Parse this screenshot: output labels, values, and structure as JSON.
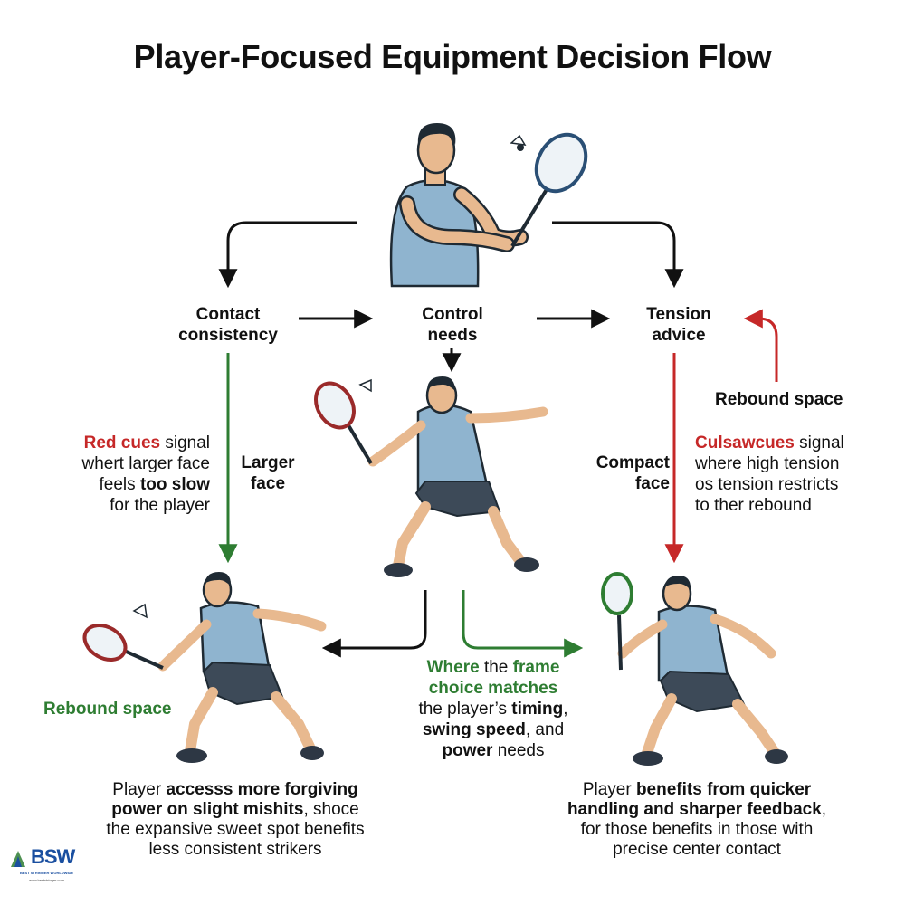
{
  "title": "Player-Focused Equipment Decision Flow",
  "nodes": {
    "contact": [
      "Contact",
      "consistency"
    ],
    "control": [
      "Control",
      "needs"
    ],
    "tension": [
      "Tension",
      "advice"
    ]
  },
  "edge_labels": {
    "larger_face": [
      "Larger",
      "face"
    ],
    "compact_face": [
      "Compact",
      "face"
    ],
    "rebound_space_right": "Rebound space",
    "rebound_space_left": "Rebound space"
  },
  "left_note": {
    "l1a": "Red cues",
    "l1b": " signal",
    "l2": "whert larger face",
    "l3a": "feels ",
    "l3b": "too slow",
    "l4": "for the player"
  },
  "right_note": {
    "l1a": "Culsawcues",
    "l1b": " signal",
    "l2": " where high tension",
    "l3": "os tension restricts",
    "l4": "to ther rebound"
  },
  "center_note": {
    "l1a": "Where",
    "l1b": " the ",
    "l1c": "frame",
    "l2": "choice matches",
    "l3a": "the player’s ",
    "l3b": "timing",
    "l3c": ",",
    "l4a": "swing speed",
    "l4b": ", and",
    "l5a": "power",
    "l5b": " needs"
  },
  "left_outcome": {
    "l1a": "Player ",
    "l1b": "accesss more forgiving",
    "l2a": "power on slight mishits",
    "l2b": ", shoce",
    "l3": "the expansive sweet spot benefits",
    "l4": "less consistent strikers"
  },
  "right_outcome": {
    "l1a": "Player ",
    "l1b": "benefits from quicker",
    "l2a": "handling and sharper feedback",
    "l2b": ",",
    "l3": "for those benefits in those with",
    "l4": "precise center contact"
  },
  "logo": {
    "name": "BSW",
    "tagline": "BEST STRINGER WORLDWIDE",
    "url": "www.beststringer.com"
  },
  "colors": {
    "red": "#c62828",
    "green": "#2e7d32",
    "shirt": "#8fb4cf",
    "shorts": "#3d4a58",
    "skin": "#e8b98f"
  }
}
